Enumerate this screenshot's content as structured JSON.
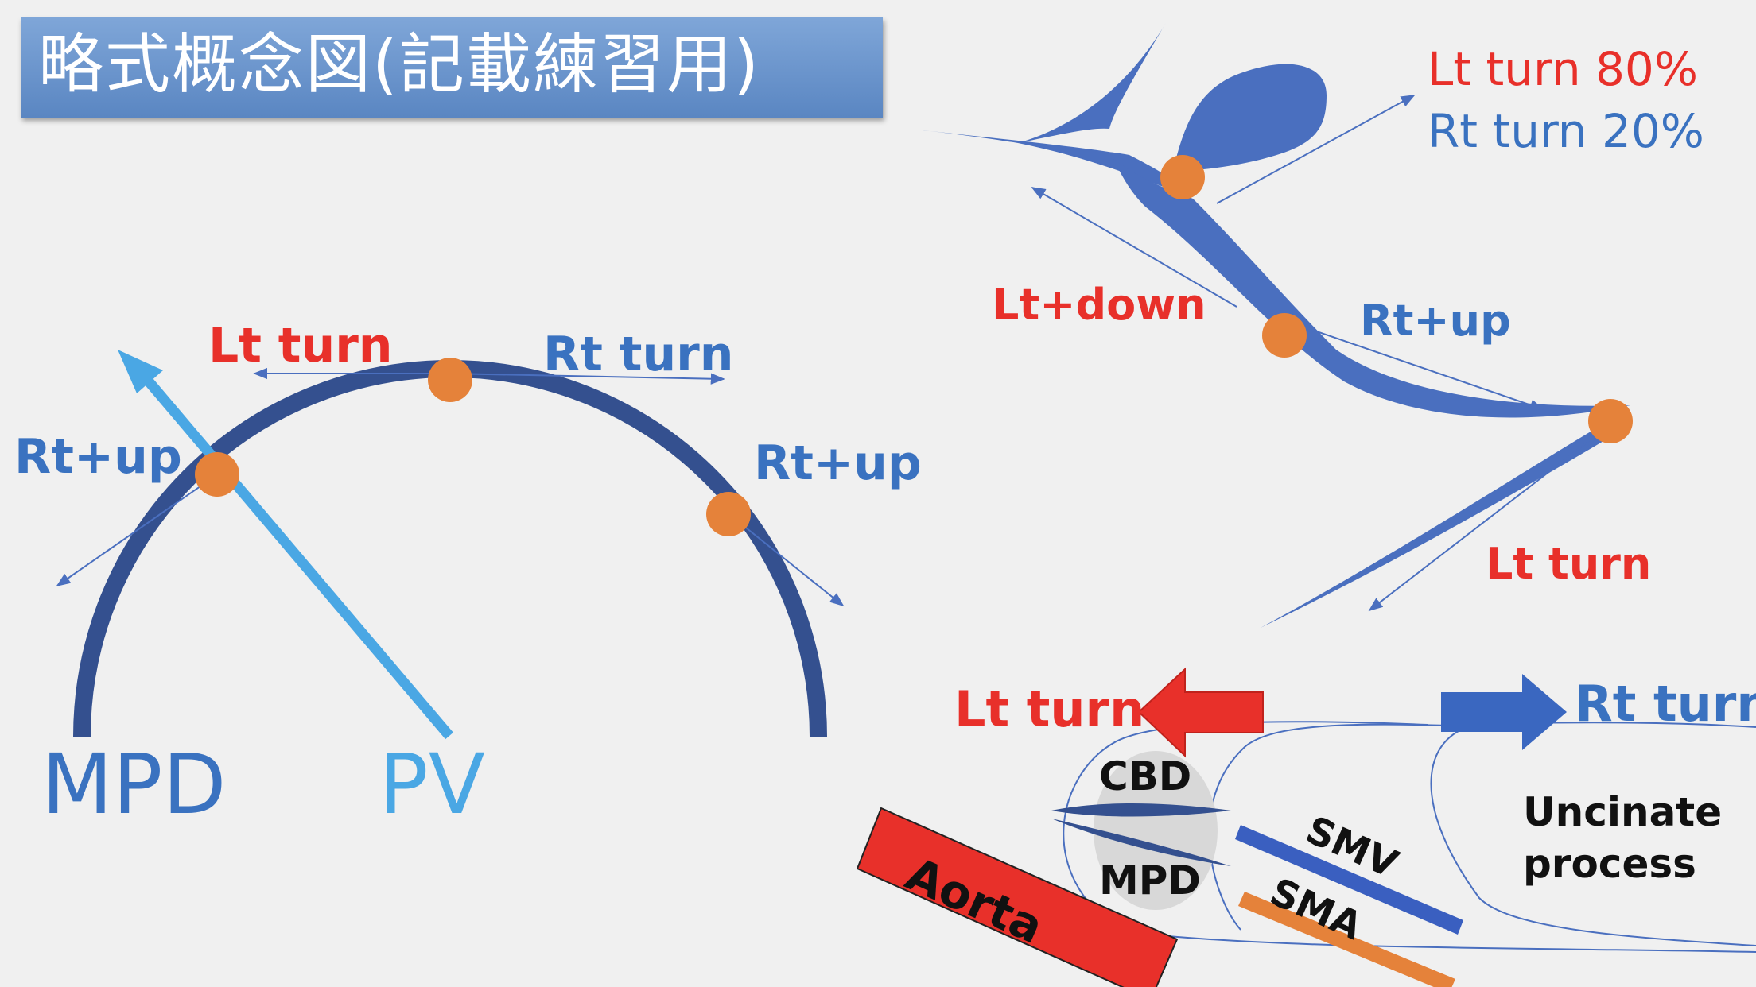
{
  "title": "略式概念図(記載練習用)",
  "left_diagram": {
    "label_lt_turn": "Lt turn",
    "label_rt_turn": "Rt turn",
    "label_rt_up_left": "Rt+up",
    "label_rt_up_right": "Rt+up",
    "label_mpd": "MPD",
    "label_pv": "PV"
  },
  "upper_right": {
    "label_lt_turn_80": "Lt turn 80%",
    "label_rt_turn_20": "Rt turn 20%",
    "label_lt_down": "Lt+down",
    "label_rt_up": "Rt+up",
    "label_lt_turn": "Lt turn"
  },
  "lower_right": {
    "label_lt_turn": "Lt turn",
    "label_rt_turn": "Rt turn",
    "label_cbd": "CBD",
    "label_mpd": "MPD",
    "label_smv": "SMV",
    "label_sma": "SMA",
    "label_aorta": "Aorta",
    "label_uncinate": "Uncinate\nprocess"
  },
  "colors": {
    "duct_dark": "#34508f",
    "pv_light": "#4aa7e4",
    "duct_blue": "#4a6fbf",
    "orange_dot": "#e5823a",
    "red": "#e8302a",
    "blue_text": "#3a72c0"
  }
}
